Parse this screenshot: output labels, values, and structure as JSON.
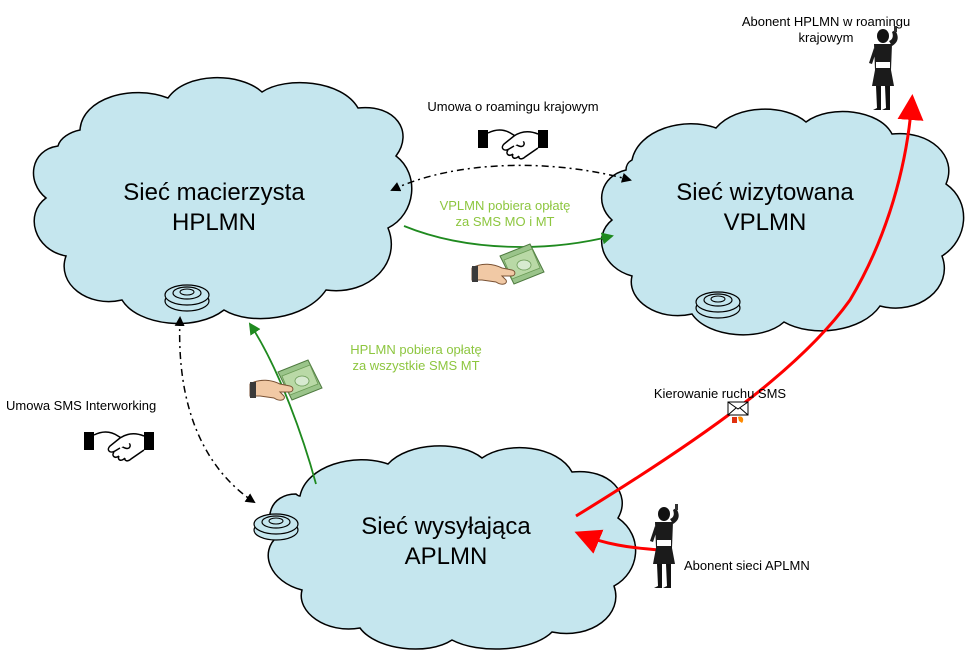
{
  "clouds": {
    "hplmn": {
      "line1": "Sieć macierzysta",
      "line2": "HPLMN"
    },
    "vplmn": {
      "line1": "Sieć wizytowana",
      "line2": "VPLMN"
    },
    "aplmn": {
      "line1": "Sieć wysyłająca",
      "line2": "APLMN"
    }
  },
  "labels": {
    "roaming_subscriber_1": "Abonent HPLMN w roamingu",
    "roaming_subscriber_2": "krajowym",
    "roaming_agreement": "Umowa o roamingu krajowym",
    "vplmn_fee_1": "VPLMN pobiera opłatę",
    "vplmn_fee_2": "za SMS MO i MT",
    "hplmn_fee_1": "HPLMN pobiera opłatę",
    "hplmn_fee_2": "za wszystkie SMS MT",
    "sms_interworking": "Umowa SMS Interworking",
    "sms_routing": "Kierowanie ruchu SMS",
    "aplmn_subscriber": "Abonent sieci APLMN"
  },
  "colors": {
    "cloud_fill": "#c5e6ee",
    "cloud_stroke": "#000000",
    "fee_text": "#8dc63f",
    "money_flow": "#1f8a1f",
    "agreement_line": "#000000",
    "sms_route": "#ff0000"
  },
  "icons": [
    "handshake-icon",
    "money-hand-icon",
    "server-icon",
    "person-phone-icon",
    "envelope-icon"
  ]
}
